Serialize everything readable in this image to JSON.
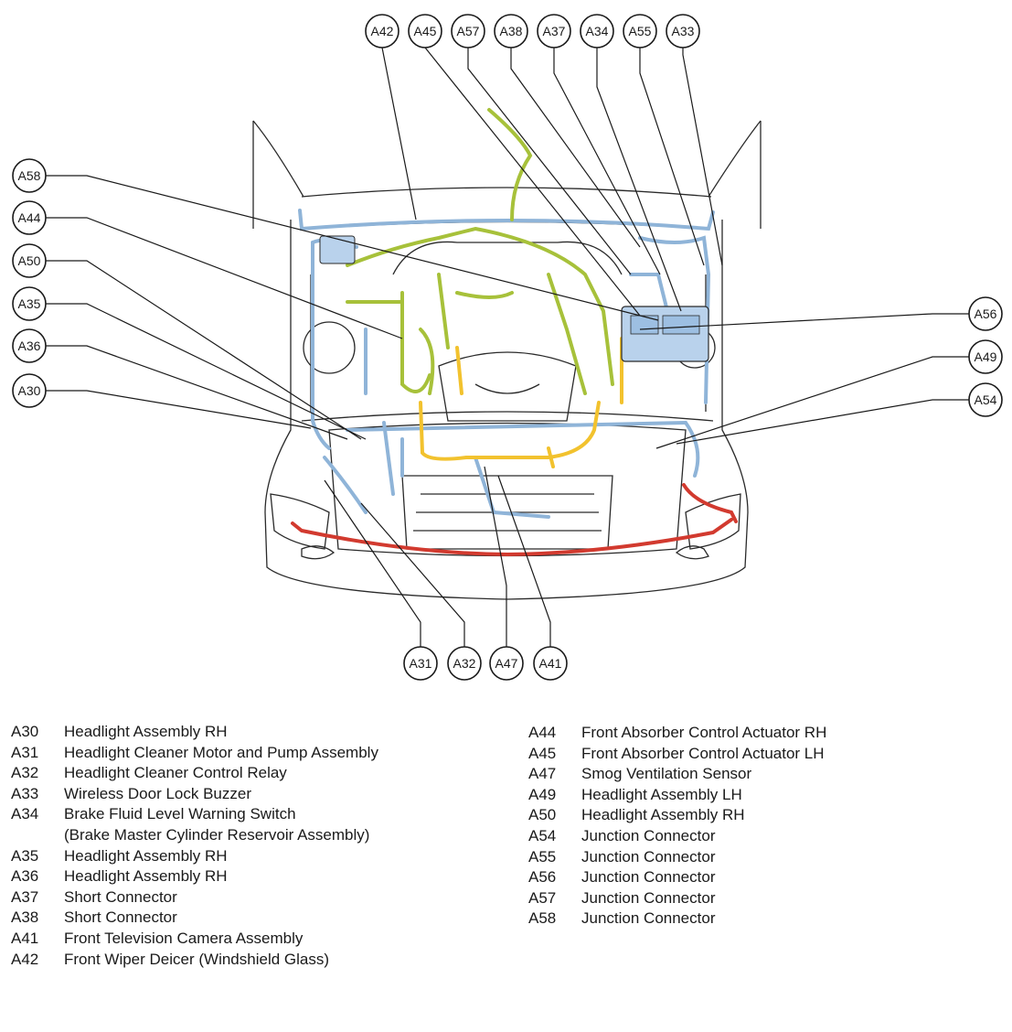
{
  "colors": {
    "wire_blue": "#8fb4d8",
    "wire_green": "#a7c13a",
    "wire_yellow": "#f2c22e",
    "wire_red": "#d23a2f",
    "block_blue": "#b9d2ec",
    "outline": "#1a1a1a"
  },
  "callouts": {
    "top": [
      "A42",
      "A45",
      "A57",
      "A38",
      "A37",
      "A34",
      "A55",
      "A33"
    ],
    "left": [
      "A58",
      "A44",
      "A50",
      "A35",
      "A36",
      "A30"
    ],
    "right": [
      "A56",
      "A49",
      "A54"
    ],
    "bottom": [
      "A31",
      "A32",
      "A47",
      "A41"
    ]
  },
  "legend_left": [
    {
      "code": "A30",
      "desc": "Headlight Assembly RH"
    },
    {
      "code": "A31",
      "desc": "Headlight Cleaner Motor and Pump Assembly"
    },
    {
      "code": "A32",
      "desc": "Headlight Cleaner Control Relay"
    },
    {
      "code": "A33",
      "desc": "Wireless Door Lock Buzzer"
    },
    {
      "code": "A34",
      "desc": "Brake Fluid Level Warning Switch"
    },
    {
      "code": "",
      "desc": "(Brake Master Cylinder Reservoir Assembly)"
    },
    {
      "code": "A35",
      "desc": "Headlight Assembly RH"
    },
    {
      "code": "A36",
      "desc": "Headlight Assembly RH"
    },
    {
      "code": "A37",
      "desc": "Short Connector"
    },
    {
      "code": "A38",
      "desc": "Short Connector"
    },
    {
      "code": "A41",
      "desc": "Front Television Camera Assembly"
    },
    {
      "code": "A42",
      "desc": "Front Wiper Deicer (Windshield Glass)"
    }
  ],
  "legend_right": [
    {
      "code": "A44",
      "desc": "Front Absorber Control Actuator RH"
    },
    {
      "code": "A45",
      "desc": "Front Absorber Control Actuator LH"
    },
    {
      "code": "A47",
      "desc": "Smog Ventilation Sensor"
    },
    {
      "code": "A49",
      "desc": "Headlight Assembly LH"
    },
    {
      "code": "A50",
      "desc": "Headlight Assembly RH"
    },
    {
      "code": "A54",
      "desc": "Junction Connector"
    },
    {
      "code": "A55",
      "desc": "Junction Connector"
    },
    {
      "code": "A56",
      "desc": "Junction Connector"
    },
    {
      "code": "A57",
      "desc": "Junction Connector"
    },
    {
      "code": "A58",
      "desc": "Junction Connector"
    }
  ]
}
